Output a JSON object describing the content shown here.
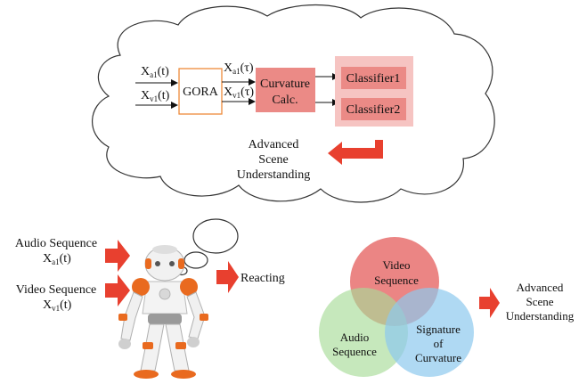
{
  "cloud": {
    "input_audio": {
      "base": "X",
      "sub": "a1",
      "arg": "(t)"
    },
    "input_video": {
      "base": "X",
      "sub": "v1",
      "arg": "(t)"
    },
    "output_audio": {
      "base": "X",
      "sub": "a1",
      "arg": "(τ)"
    },
    "output_video": {
      "base": "X",
      "sub": "v1",
      "arg": "(τ)"
    },
    "gora_label": "GORA",
    "curvature_line1": "Curvature",
    "curvature_line2": "Calc.",
    "classifier1": "Classifier1",
    "classifier2": "Classifier2",
    "understanding_line1": "Advanced",
    "understanding_line2": "Scene",
    "understanding_line3": "Understanding"
  },
  "robot_inputs": {
    "audio_label": "Audio Sequence",
    "audio_symbol": {
      "base": "X",
      "sub": "a1",
      "arg": "(t)"
    },
    "video_label": "Video Sequence",
    "video_symbol": {
      "base": "X",
      "sub": "v1",
      "arg": "(t)"
    }
  },
  "reacting_label": "Reacting",
  "venn": {
    "video_line1": "Video",
    "video_line2": "Sequence",
    "audio_line1": "Audio",
    "audio_line2": "Sequence",
    "signature_line1": "Signature",
    "signature_line2": "of",
    "signature_line3": "Curvature"
  },
  "result": {
    "line1": "Advanced",
    "line2": "Scene",
    "line3": "Understanding"
  },
  "colors": {
    "arrow_red": "#e8402f",
    "box_pink": "#eb8a86",
    "classifier_bg": "#f6c4c2",
    "gora_border": "#ee8a3a",
    "venn_red": "#e7706f",
    "venn_green": "#a7dc98",
    "venn_blue": "#8dc9ee",
    "robot_orange": "#e96a1f"
  }
}
